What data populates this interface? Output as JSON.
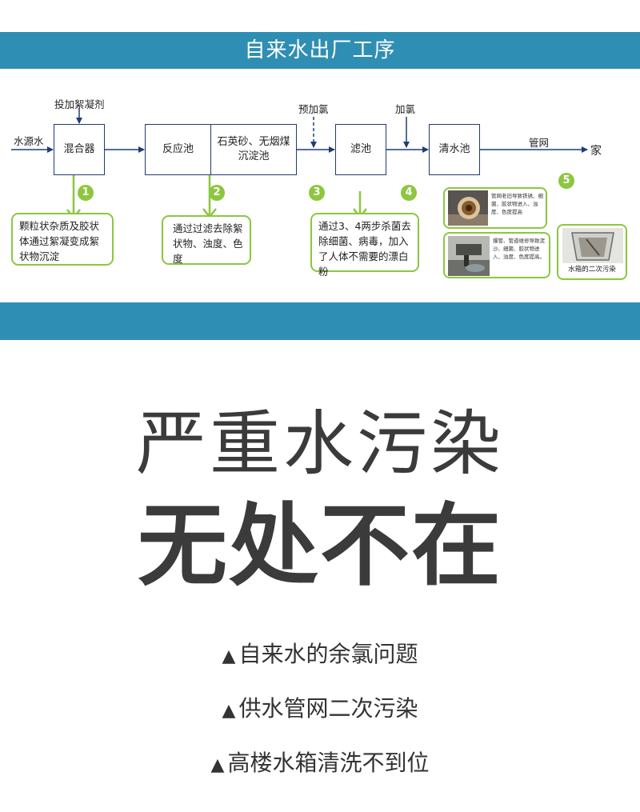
{
  "header": {
    "title": "自来水出厂工序"
  },
  "diagram": {
    "source_label": "水源水",
    "flocculant_label": "投加絮凝剂",
    "pre_chlorine_label": "预加氯",
    "chlorine_label": "加氯",
    "pipe_label": "管网",
    "home_label": "家",
    "boxes": {
      "mixer": "混合器",
      "reaction": "反应池",
      "sediment_line1": "石英砂、无烟煤",
      "sediment_line2": "沉淀池",
      "filter": "滤池",
      "clear": "清水池"
    },
    "notes": {
      "n1_num": "1",
      "n1_text": "颗粒状杂质及胶状体通过絮凝变成絮状物沉淀",
      "n2_num": "2",
      "n2_text": "通过过滤去除絮状物、浊度、色度",
      "n3_num": "3",
      "n4_num": "4",
      "n34_text": "通过3、4两步杀菌去除细菌、病毒，加入了人体不需要的漂白粉",
      "n5_num": "5",
      "photo1_text": "管网老旧导致铁锈、细菌、胶状物进入、浊度、色度提高",
      "photo2_text": "爆管、管道维修导致泥沙、细菌、胶状物进入、浊度、色度提高。",
      "photo3_caption": "水箱的二次污染"
    }
  },
  "headline": {
    "line1": "严重水污染",
    "line2": "无处不在"
  },
  "bullets": {
    "marker": "▲",
    "b1": "自来水的余氯问题",
    "b2": "供水管网二次污染",
    "b3": "高楼水箱清洗不到位"
  },
  "colors": {
    "header_blue": "#2f8eb3",
    "box_border": "#1f3d73",
    "note_green": "#8dc63f",
    "headline_gray": "#3b3b3b"
  }
}
